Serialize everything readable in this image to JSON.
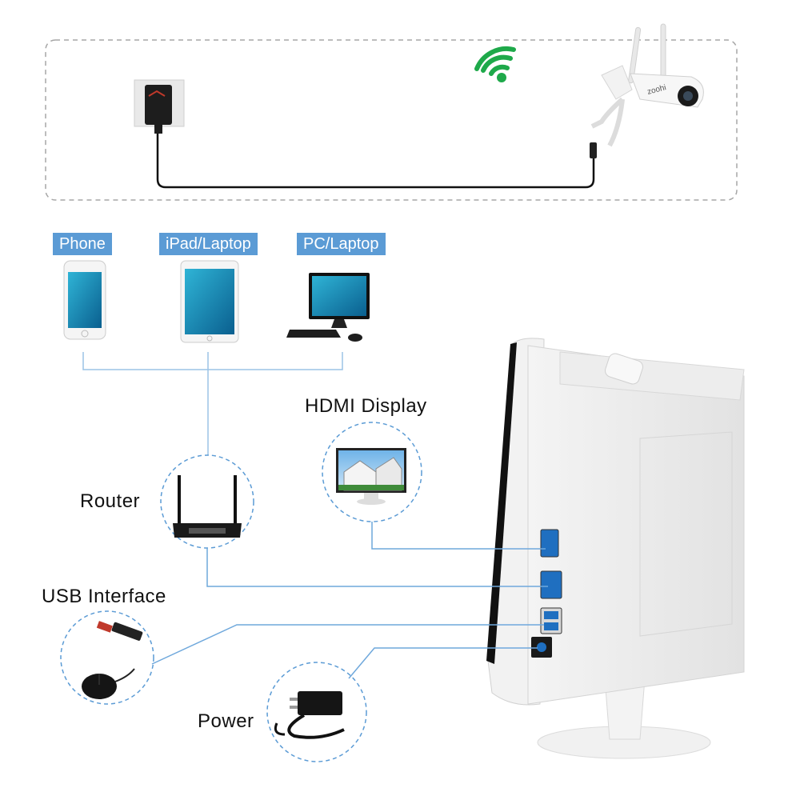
{
  "devices": {
    "phone": "Phone",
    "tablet": "iPad/Laptop",
    "pc": "PC/Laptop"
  },
  "ports": {
    "hdmi": "HDMI Display",
    "router": "Router",
    "usb": "USB Interface",
    "power": "Power"
  },
  "camera_brand": "zoohi",
  "colors": {
    "label_bg": "#5b9bd5",
    "connector_line": "#6fa8dc",
    "wifi": "#1ea94a",
    "dashed_border": "#a6a6a6"
  },
  "icons": [
    "power-adapter-icon",
    "wifi-icon",
    "ip-camera-icon",
    "smartphone-icon",
    "tablet-icon",
    "desktop-pc-icon",
    "hdmi-monitor-icon",
    "router-icon",
    "usb-drive-icon",
    "mouse-icon",
    "power-supply-icon",
    "nvr-monitor-icon"
  ]
}
